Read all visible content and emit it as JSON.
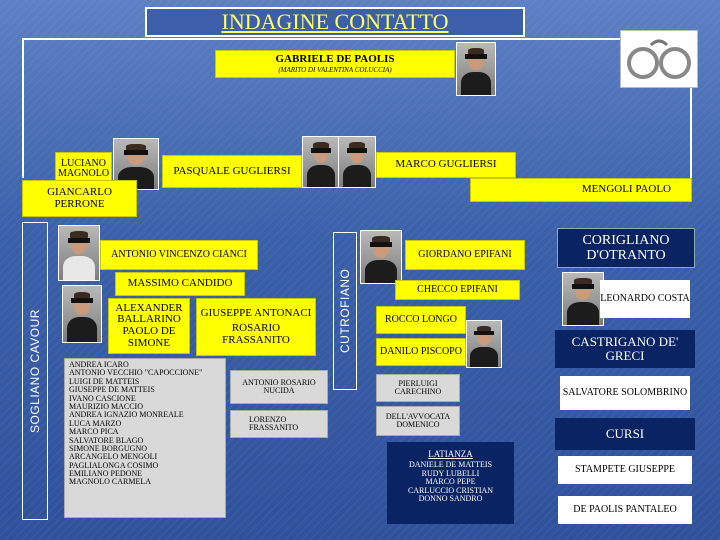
{
  "title": "INDAGINE  CONTATTO",
  "top": {
    "name": "GABRIELE DE PAOLIS",
    "note": "(MARITO DI VALENTINA COLUCCIA)"
  },
  "luciano": "LUCIANO MAGNOLO",
  "pasquale": "PASQUALE GUGLIERSI",
  "marco": "MARCO  GUGLIERSI",
  "giancarlo": "GIANCARLO PERRONE",
  "mengoli": "MENGOLI PAOLO",
  "sogliano": "SOGLIANO CAVOUR",
  "cutrofiano": "CUTROFIANO",
  "antonio_vincenzo": "ANTONIO VINCENZO CIANCI",
  "massimo": "MASSIMO CANDIDO",
  "alexander": "ALEXANDER BALLARINO",
  "paolo": "PAOLO DE SIMONE",
  "giuseppe_antonaci": "GIUSEPPE ANTONACI",
  "rosario": "ROSARIO FRASSANITO",
  "left_list": [
    "ANDREA ICARO",
    "ANTONIO VECCHIO \"CAPOCCIONE\"",
    "LUIGI  DE MATTEIS",
    "GIUSEPPE DE MATTEIS",
    "IVANO CASCIONE",
    "MAURIZIO MACCIO",
    "ANDREA IGNAZIO MONREALE",
    "LUCA MARZO",
    "MARCO PICA",
    "SALVATORE BLAGO",
    "SIMONE BORGUGNO",
    "ARCANGELO MENGOLI",
    "PAGLIALONGA COSIMO",
    "EMILIANO PEDONE",
    "MAGNOLO CARMELA"
  ],
  "antonio_rosario": "ANTONIO ROSARIO NUCIDA",
  "lorenzo": "LORENZO FRASSANITO",
  "giordano": "GIORDANO EPIFANI",
  "checco": "CHECCO EPIFANI",
  "rocco": "ROCCO LONGO",
  "danilo": "DANILO PISCOPO",
  "pierluigi": "PIERLUIGI CARECHINO",
  "dellavvocata": "DELL'AVVOCATA DOMENICO",
  "latianza_title": "LATIANZA",
  "latianza_list": [
    "DANIELE DE MATTEIS",
    "RUDY LUBELLI",
    "MARCO PEPE",
    "CARLUCCIO CRISTIAN",
    "DONNO SANDRO"
  ],
  "corigliano": "CORIGLIANO D'OTRANTO",
  "leonardo": "LEONARDO COSTA",
  "castrigano": "CASTRIGANO DE' GRECI",
  "salvatore": "SALVATORE SOLOMBRINO",
  "cursi": "CURSI",
  "stampete": "STAMPETE GIUSEPPE",
  "depaolis_pantaleo": "DE PAOLIS PANTALEO",
  "colors": {
    "yellow": "#ffff00",
    "navy": "#0a2363",
    "grey": "#d9d9d9"
  },
  "icons": [
    "handcuffs-icon"
  ]
}
